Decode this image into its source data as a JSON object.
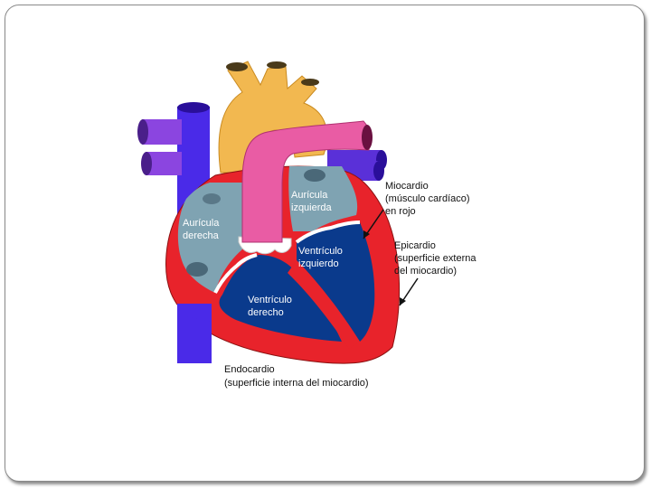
{
  "diagram": {
    "labels": {
      "auricula_derecha": [
        "Aurícula",
        "derecha"
      ],
      "auricula_izquierda": [
        "Aurícula",
        "izquierda"
      ],
      "ventriculo_izquierdo": [
        "Ventrículo",
        "izquierdo"
      ],
      "ventriculo_derecho": [
        "Ventrículo",
        "derecho"
      ],
      "miocardio": [
        "Miocardio",
        "(músculo cardíaco)",
        "en rojo"
      ],
      "epicardio": [
        "Epicardio",
        "(superficie externa",
        "del miocardio)"
      ],
      "endocardio": [
        "Endocardio",
        "(superficie interna del miocardio)"
      ]
    },
    "colors": {
      "aorta": "#f2b850",
      "pulmonary_artery": "#e95ca4",
      "vena_cava": "#5533ee",
      "pulmonary_veins": "#8b45e0",
      "atrium": "#7fa3b2",
      "ventricle": "#0a3a8c",
      "myocardium": "#e8232b"
    }
  }
}
